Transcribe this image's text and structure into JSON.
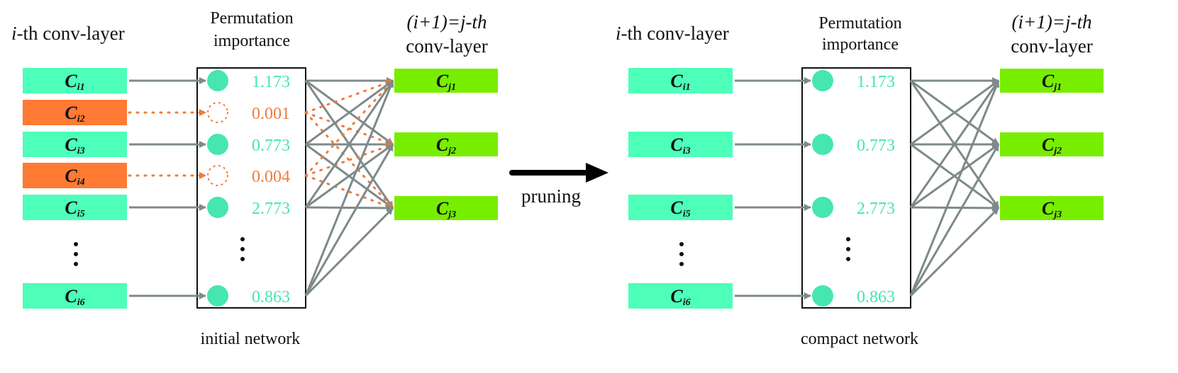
{
  "colors": {
    "channel_kept": "#4dffb8",
    "channel_pruned": "#ff7a33",
    "channel_next": "#77ee00",
    "importance_kept": "#46e6b0",
    "importance_pruned": "#f07b3f",
    "edge_kept": "#7e8a8a",
    "edge_pruned": "#f07b3f",
    "arrow_main": "#000000",
    "box_border": "#111111"
  },
  "initial": {
    "head_left_var": "i",
    "head_left_rest": "-th conv-layer",
    "head_mid_line1": "Permutation",
    "head_mid_line2": "importance",
    "head_right_line1": "(i+1)=j-th",
    "head_right_line2": "conv-layer",
    "caption": "initial network",
    "channels": [
      {
        "main": "C",
        "sub": "i1",
        "pruned": false,
        "importance": "1.173"
      },
      {
        "main": "C",
        "sub": "i2",
        "pruned": true,
        "importance": "0.001"
      },
      {
        "main": "C",
        "sub": "i3",
        "pruned": false,
        "importance": "0.773"
      },
      {
        "main": "C",
        "sub": "i4",
        "pruned": true,
        "importance": "0.004"
      },
      {
        "main": "C",
        "sub": "i5",
        "pruned": false,
        "importance": "2.773"
      },
      {
        "main": "C",
        "sub": "i6",
        "pruned": false,
        "importance": "0.863"
      }
    ],
    "next_channels": [
      {
        "main": "C",
        "sub": "j1"
      },
      {
        "main": "C",
        "sub": "j2"
      },
      {
        "main": "C",
        "sub": "j3"
      }
    ]
  },
  "transition": {
    "label": "pruning"
  },
  "compact": {
    "head_left_var": "i",
    "head_left_rest": "-th conv-layer",
    "head_mid_line1": "Permutation",
    "head_mid_line2": "importance",
    "head_right_line1": "(i+1)=j-th",
    "head_right_line2": "conv-layer",
    "caption": "compact network",
    "channels": [
      {
        "main": "C",
        "sub": "i1",
        "pruned": false,
        "importance": "1.173"
      },
      {
        "main": "C",
        "sub": "i3",
        "pruned": false,
        "importance": "0.773"
      },
      {
        "main": "C",
        "sub": "i5",
        "pruned": false,
        "importance": "2.773"
      },
      {
        "main": "C",
        "sub": "i6",
        "pruned": false,
        "importance": "0.863"
      }
    ],
    "next_channels": [
      {
        "main": "C",
        "sub": "j1"
      },
      {
        "main": "C",
        "sub": "j2"
      },
      {
        "main": "C",
        "sub": "j3"
      }
    ]
  }
}
